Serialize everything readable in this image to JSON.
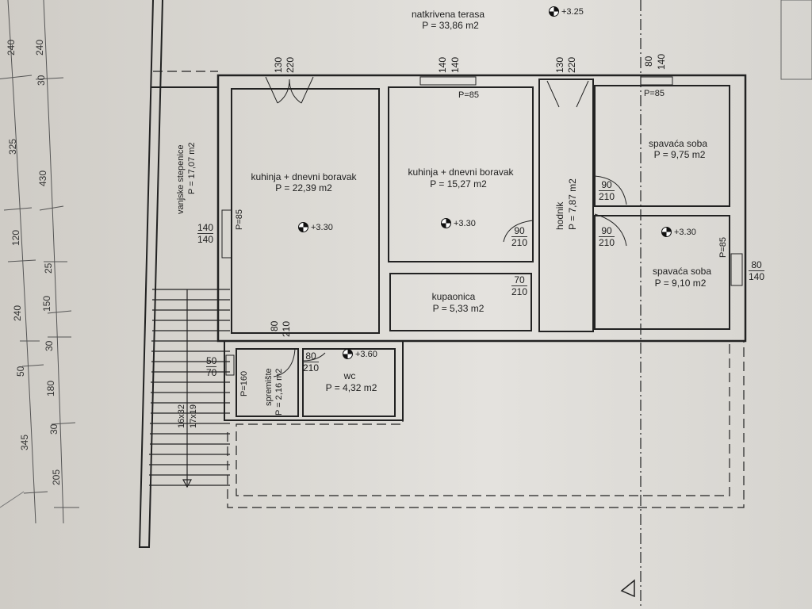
{
  "terrace": {
    "name": "natkrivena terasa",
    "area": "P = 33,86 m2",
    "level": "+3.25"
  },
  "dims_outer": [
    "240",
    "325",
    "120",
    "240",
    "50",
    "345"
  ],
  "dims_inner": [
    "240",
    "30",
    "430",
    "25",
    "150",
    "30",
    "180",
    "30",
    "205"
  ],
  "stairs": {
    "name": "vanjske stepenice",
    "area": "P = 17,07 m2",
    "steps_a": "16x32",
    "steps_b": "17x19"
  },
  "openings": {
    "w1": [
      "140",
      "140"
    ],
    "w2": [
      "50",
      "70"
    ],
    "w_top1": [
      "130",
      "220"
    ],
    "w_top2": [
      "140",
      "140"
    ],
    "w_top3": [
      "130",
      "220"
    ],
    "w_top4": [
      "80",
      "140"
    ],
    "d_kit2": [
      "90",
      "210"
    ],
    "d_hall1": [
      "90",
      "210"
    ],
    "d_hall2": [
      "90",
      "210"
    ],
    "d_bath": [
      "70",
      "210"
    ],
    "d_store": [
      "80",
      "210"
    ],
    "d_wc": [
      "80",
      "210"
    ],
    "w_bed2": [
      "80",
      "140"
    ]
  },
  "sills": {
    "p85_a": "P=85",
    "p85_b": "P=85",
    "p85_c": "P=85",
    "p85_d": "P=85",
    "p160": "P=160"
  },
  "rooms": [
    {
      "name": "kuhinja + dnevni boravak",
      "area": "P = 22,39 m2",
      "level": "+3.30"
    },
    {
      "name": "kuhinja + dnevni boravak",
      "area": "P = 15,27 m2",
      "level": "+3.30"
    },
    {
      "name": "hodnik",
      "area": "P = 7,87 m2"
    },
    {
      "name": "spavaća soba",
      "area": "P = 9,75 m2"
    },
    {
      "name": "spavaća soba",
      "area": "P = 9,10 m2",
      "level": "+3.30"
    },
    {
      "name": "kupaonica",
      "area": "P = 5,33 m2"
    },
    {
      "name": "spremište",
      "area": "P = 2,16 m2"
    },
    {
      "name": "wc",
      "area": "P = 4,32 m2",
      "level": "+3.60"
    }
  ]
}
